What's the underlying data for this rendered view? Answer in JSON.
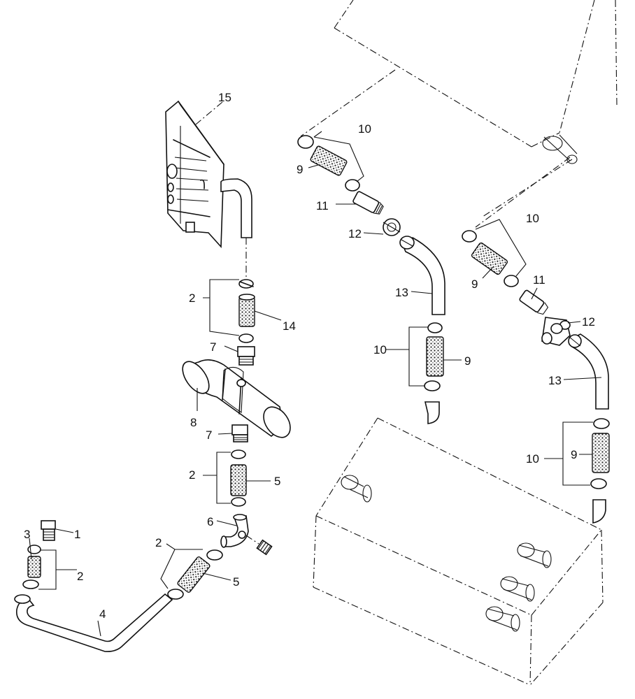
{
  "labels": {
    "l1": "1",
    "l2a": "2",
    "l2b": "2",
    "l2c": "2",
    "l2d": "2",
    "l3": "3",
    "l4": "4",
    "l5a": "5",
    "l5b": "5",
    "l6": "6",
    "l7a": "7",
    "l7b": "7",
    "l8": "8",
    "l9a": "9",
    "l9b": "9",
    "l9c": "9",
    "l9d": "9",
    "l10a": "10",
    "l10b": "10",
    "l10c": "10",
    "l10d": "10",
    "l11a": "11",
    "l11b": "11",
    "l12a": "12",
    "l12b": "12",
    "l13a": "13",
    "l13b": "13",
    "l14": "14",
    "l15": "15"
  }
}
